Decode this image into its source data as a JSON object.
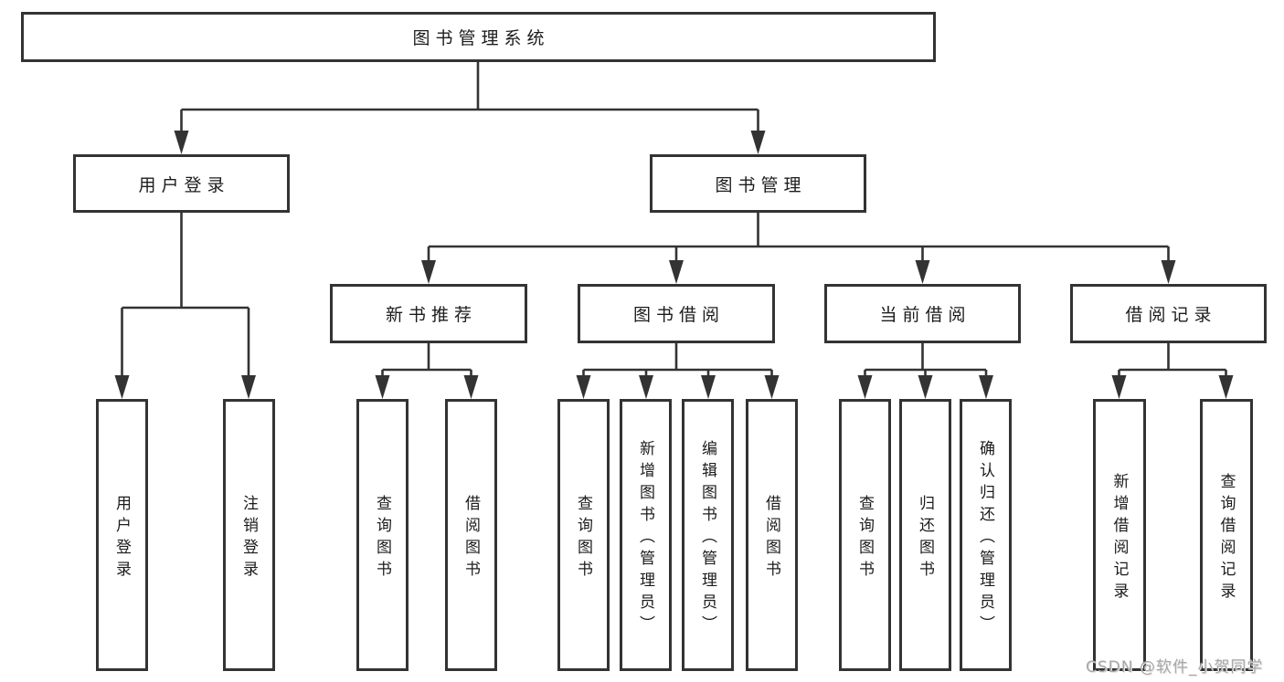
{
  "diagram": {
    "title": "图书管理系统",
    "watermark": "CSDN @软件_小贺同学",
    "colors": {
      "line": "#333333",
      "box_border": "#333333",
      "text": "#1c1c1c",
      "watermark": "#a8a8a8",
      "background": "#ffffff"
    }
  },
  "nodes": {
    "root": {
      "label": "图书管理系统"
    },
    "user_login": {
      "label": "用户登录"
    },
    "book_management": {
      "label": "图书管理"
    },
    "new_book_recommend": {
      "label": "新书推荐"
    },
    "book_borrow": {
      "label": "图书借阅"
    },
    "current_borrow": {
      "label": "当前借阅"
    },
    "borrow_record": {
      "label": "借阅记录"
    },
    "leaf_user_login": {
      "label": "用户登录"
    },
    "leaf_logout": {
      "label": "注销登录"
    },
    "leaf_rec_query_book": {
      "label": "查询图书"
    },
    "leaf_rec_borrow_book": {
      "label": "借阅图书"
    },
    "leaf_bb_query_book": {
      "label": "查询图书"
    },
    "leaf_bb_add_book_admin": {
      "label": "新增图书（管理员）"
    },
    "leaf_bb_edit_book_admin": {
      "label": "编辑图书（管理员）"
    },
    "leaf_bb_borrow_book": {
      "label": "借阅图书"
    },
    "leaf_cb_query_book": {
      "label": "查询图书"
    },
    "leaf_cb_return_book": {
      "label": "归还图书"
    },
    "leaf_cb_confirm_return_admin": {
      "label": "确认归还（管理员）"
    },
    "leaf_br_add_record": {
      "label": "新增借阅记录"
    },
    "leaf_br_query_record": {
      "label": "查询借阅记录"
    }
  },
  "hierarchy": {
    "图书管理系统": {
      "用户登录": [
        "用户登录",
        "注销登录"
      ],
      "图书管理": {
        "新书推荐": [
          "查询图书",
          "借阅图书"
        ],
        "图书借阅": [
          "查询图书",
          "新增图书（管理员）",
          "编辑图书（管理员）",
          "借阅图书"
        ],
        "当前借阅": [
          "查询图书",
          "归还图书",
          "确认归还（管理员）"
        ],
        "借阅记录": [
          "新增借阅记录",
          "查询借阅记录"
        ]
      }
    }
  }
}
